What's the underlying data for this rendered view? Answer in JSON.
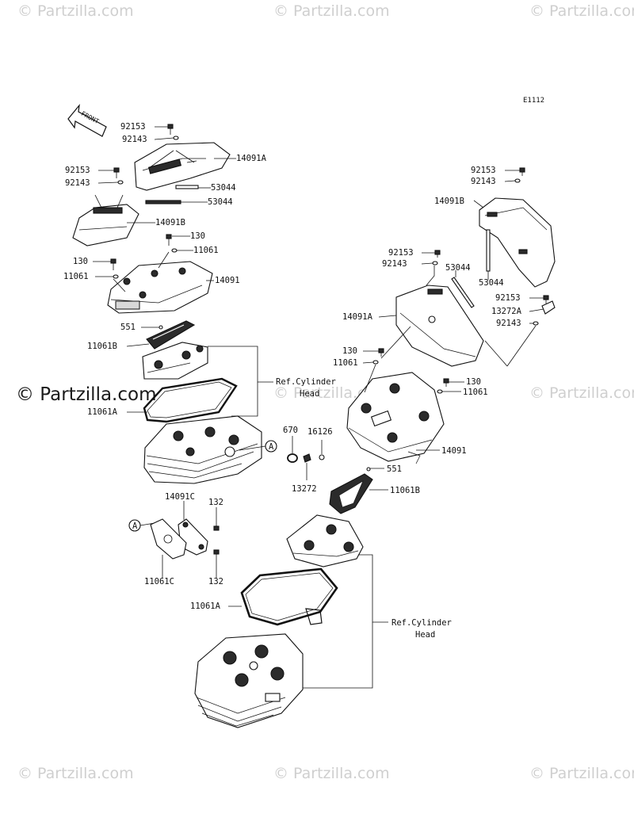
{
  "watermark": "© Partzilla.com",
  "watermark_main": "© Partzilla.com",
  "diagram_code": "E1112",
  "front_label": "FRONT",
  "ref_cylinder_head": [
    "Ref.Cylinder",
    "Head"
  ],
  "callout_letter": "A",
  "labels": {
    "l_92153_a": "92153",
    "l_92143_a": "92143",
    "l_14091A_a": "14091A",
    "l_92153_b": "92153",
    "l_92143_b": "92143",
    "l_53044_a": "53044",
    "l_53044_b": "53044",
    "l_14091B_a": "14091B",
    "l_130_a": "130",
    "l_11061_a": "11061",
    "l_130_b": "130",
    "l_11061_b": "11061",
    "l_14091_a": "14091",
    "l_551_a": "551",
    "l_11061B_a": "11061B",
    "l_11061A_a": "11061A",
    "l_670": "670",
    "l_16126": "16126",
    "l_13272": "13272",
    "l_14091C": "14091C",
    "l_132_a": "132",
    "l_132_b": "132",
    "l_11061C": "11061C",
    "l_92153_c": "92153",
    "l_92143_c": "92143",
    "l_14091B_b": "14091B",
    "l_92153_d": "92153",
    "l_92143_d": "92143",
    "l_53044_c": "53044",
    "l_53044_d": "53044",
    "l_14091A_b": "14091A",
    "l_92153_e": "92153",
    "l_13272A": "13272A",
    "l_92143_e": "92143",
    "l_130_c": "130",
    "l_11061_c": "11061",
    "l_130_d": "130",
    "l_11061_d": "11061",
    "l_14091_b": "14091",
    "l_551_b": "551",
    "l_11061B_b": "11061B",
    "l_11061A_b": "11061A"
  }
}
